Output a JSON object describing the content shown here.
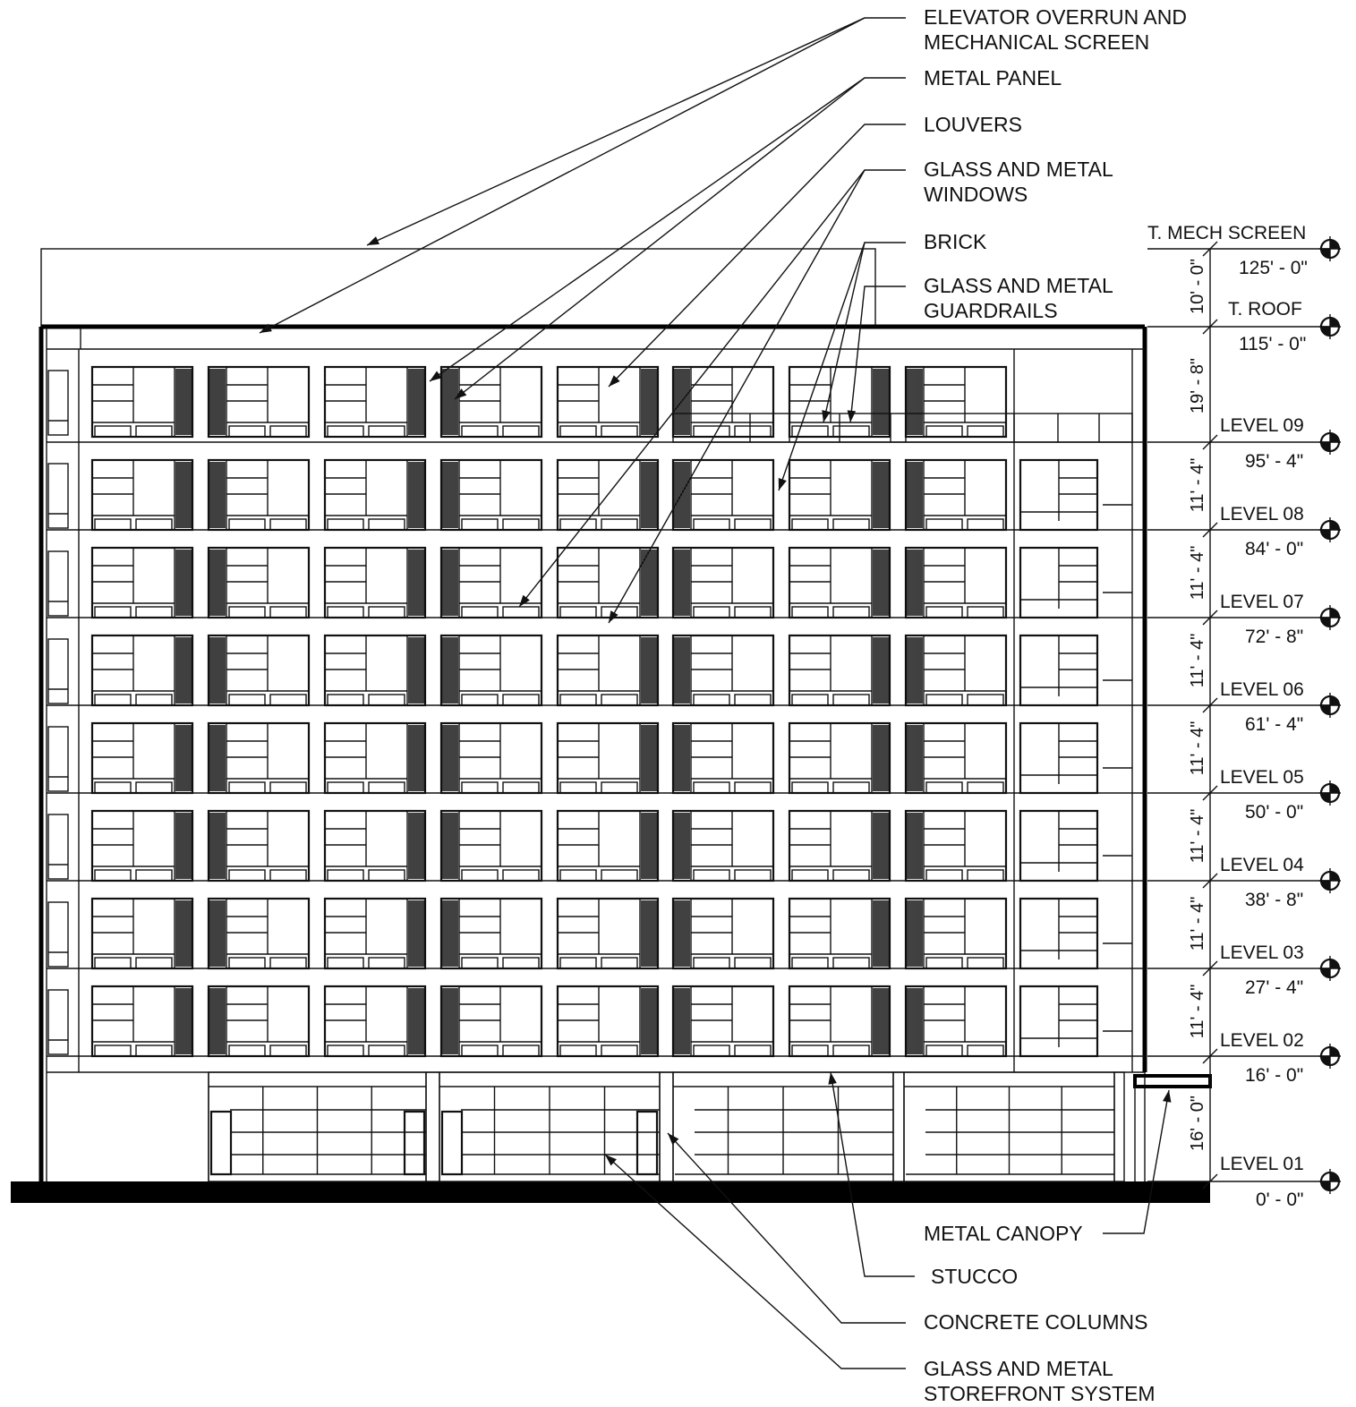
{
  "callouts": [
    {
      "id": "elevator",
      "lines": [
        "ELEVATOR OVERRUN AND",
        "MECHANICAL SCREEN"
      ]
    },
    {
      "id": "metal-panel",
      "lines": [
        "METAL PANEL"
      ]
    },
    {
      "id": "louvers",
      "lines": [
        "LOUVERS"
      ]
    },
    {
      "id": "glass-windows",
      "lines": [
        "GLASS AND METAL",
        "WINDOWS"
      ]
    },
    {
      "id": "brick",
      "lines": [
        "BRICK"
      ]
    },
    {
      "id": "guardrails",
      "lines": [
        "GLASS AND METAL",
        "GUARDRAILS"
      ]
    },
    {
      "id": "canopy",
      "lines": [
        "METAL CANOPY"
      ]
    },
    {
      "id": "stucco",
      "lines": [
        "STUCCO"
      ]
    },
    {
      "id": "columns",
      "lines": [
        "CONCRETE COLUMNS"
      ]
    },
    {
      "id": "storefront",
      "lines": [
        "GLASS AND METAL",
        "STOREFRONT SYSTEM"
      ]
    }
  ],
  "levels": [
    {
      "name": "T. MECH SCREEN",
      "elevation": "125' - 0\""
    },
    {
      "name": "T. ROOF",
      "elevation": "115' - 0\""
    },
    {
      "name": "LEVEL 09",
      "elevation": "95' - 4\""
    },
    {
      "name": "LEVEL 08",
      "elevation": "84' - 0\""
    },
    {
      "name": "LEVEL 07",
      "elevation": "72' - 8\""
    },
    {
      "name": "LEVEL 06",
      "elevation": "61' - 4\""
    },
    {
      "name": "LEVEL 05",
      "elevation": "50' - 0\""
    },
    {
      "name": "LEVEL 04",
      "elevation": "38' - 8\""
    },
    {
      "name": "LEVEL 03",
      "elevation": "27' - 4\""
    },
    {
      "name": "LEVEL 02",
      "elevation": "16' - 0\""
    },
    {
      "name": "LEVEL 01",
      "elevation": "0' - 0\""
    }
  ],
  "dimensions": [
    "10' - 0\"",
    "19' - 8\"",
    "11' - 4\"",
    "11' - 4\"",
    "11' - 4\"",
    "11' - 4\"",
    "11' - 4\"",
    "11' - 4\"",
    "11' - 4\"",
    "16' - 0\""
  ]
}
